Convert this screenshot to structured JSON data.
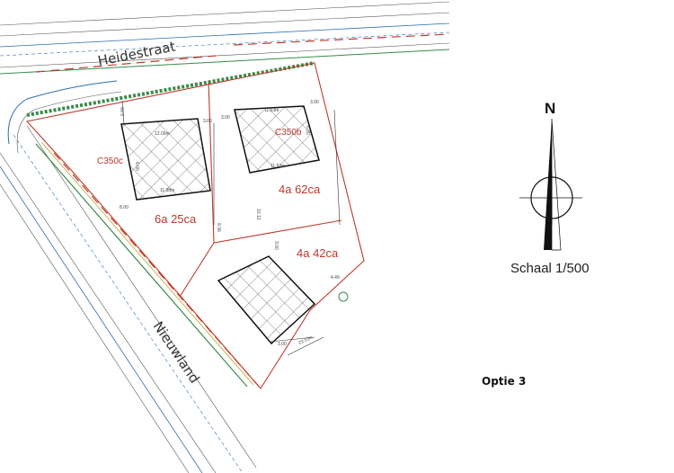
{
  "streets": {
    "north_street": "Heidestraat",
    "south_street": "Nieuwland"
  },
  "plots": {
    "left": {
      "building_code": "C350c",
      "area": "6a 25ca"
    },
    "right": {
      "building_code": "C350b",
      "area": "4a 62ca"
    },
    "lower": {
      "area": "4a 42ca"
    }
  },
  "dimensions": {
    "d1": "6.00",
    "d2": "3.00",
    "d3": "3.00",
    "d4": "3.00",
    "d5": "6.00",
    "d6": "8.00",
    "d7": "12.00m",
    "d8": "11.98m",
    "d9": "11.63m",
    "d10": "11.63m",
    "d11": "10.12",
    "d12": "9.36",
    "d13": "3.00",
    "d14": "23.10m",
    "d15": "4.49",
    "d16": "6.00",
    "d17": "3.00"
  },
  "north_arrow": {
    "label": "N"
  },
  "scale": {
    "label": "Schaal 1/500"
  },
  "option": {
    "label": "Optie 3"
  },
  "colors": {
    "parcel_line": "#c0392b",
    "road_line": "#2a6fb0",
    "hedge": "#3a8a4a",
    "label_red": "#c0392b"
  }
}
